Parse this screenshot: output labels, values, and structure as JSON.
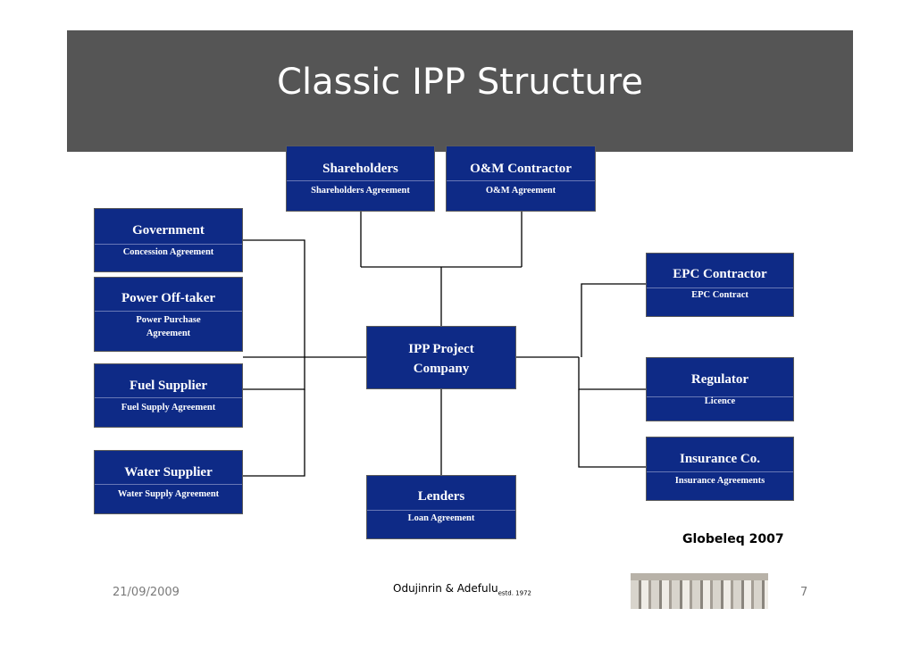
{
  "slide": {
    "title": "Classic IPP Structure",
    "source": "Globeleq 2007",
    "date": "21/09/2009",
    "brand": "Odujinrin & Adefulu",
    "brand_sub": "estd. 1972",
    "page_number": "7"
  },
  "nodes": {
    "shareholders": {
      "name": "Shareholders",
      "agreement": "Shareholders Agreement"
    },
    "om": {
      "name": "O&M Contractor",
      "agreement": "O&M Agreement"
    },
    "government": {
      "name": "Government",
      "agreement": "Concession Agreement"
    },
    "offtaker": {
      "name": "Power Off-taker",
      "agreement_line1": "Power Purchase",
      "agreement_line2": "Agreement"
    },
    "fuel": {
      "name": "Fuel Supplier",
      "agreement": "Fuel Supply Agreement"
    },
    "water": {
      "name": "Water Supplier",
      "agreement": "Water Supply Agreement"
    },
    "ipp": {
      "name_line1": "IPP Project",
      "name_line2": "Company"
    },
    "lenders": {
      "name": "Lenders",
      "agreement": "Loan Agreement"
    },
    "epc": {
      "name": "EPC Contractor",
      "agreement": "EPC Contract"
    },
    "regulator": {
      "name": "Regulator",
      "agreement": "Licence"
    },
    "insurance": {
      "name": "Insurance Co.",
      "agreement": "Insurance Agreements"
    }
  },
  "colors": {
    "node_fill": "#0e2a86",
    "title_bar": "#555555",
    "connector": "#000000"
  }
}
